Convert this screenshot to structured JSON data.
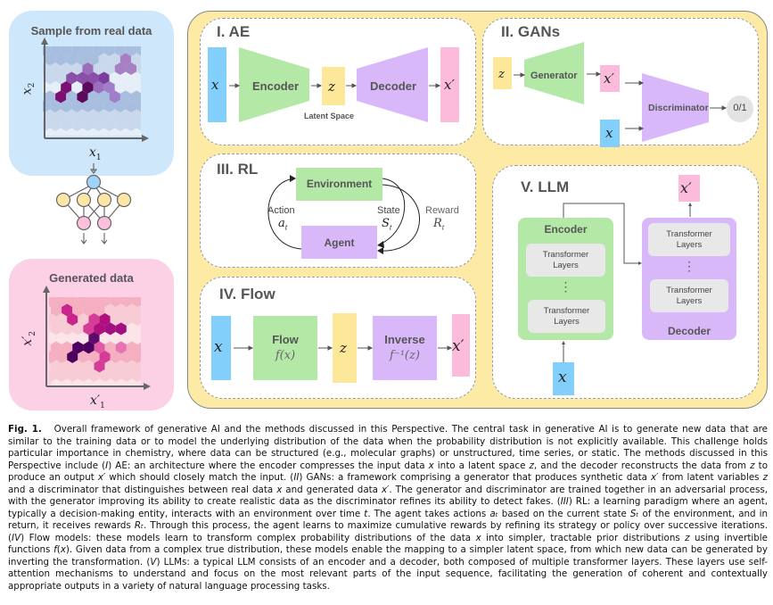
{
  "left_column": {
    "real_title": "Sample from real data",
    "real_xlabel": "x",
    "real_xlabel_sub": "1",
    "real_ylabel": "x",
    "real_ylabel_sub": "2",
    "gen_title": "Generated data",
    "gen_xlabel": "x′",
    "gen_xlabel_sub": "1",
    "gen_ylabel": "x′",
    "gen_ylabel_sub": "2",
    "colors": {
      "real_bg": "#cfe7fb",
      "gen_bg": "#fcd0e5",
      "nn_input": "#9fd3fb",
      "nn_hidden": "#fde6a6",
      "nn_output": "#fcbfdc"
    }
  },
  "panels": {
    "ae": {
      "title": "I. AE",
      "input": "x",
      "encoder": "Encoder",
      "latent": "z",
      "latent_caption": "Latent Space",
      "decoder": "Decoder",
      "output": "x′"
    },
    "gans": {
      "title": "II. GANs",
      "noise": "z",
      "generator": "Generator",
      "fake": "x′",
      "real": "x",
      "discriminator": "Discriminator",
      "output": "0/1"
    },
    "rl": {
      "title": "III. RL",
      "environment": "Environment",
      "agent": "Agent",
      "action_label": "Action",
      "action_symbol": "a",
      "action_sub": "t",
      "state_label": "State",
      "state_symbol": "S",
      "state_sub": "t",
      "reward_label": "Reward",
      "reward_symbol": "R",
      "reward_sub": "t"
    },
    "flow": {
      "title": "IV. Flow",
      "input": "x",
      "flow_label": "Flow",
      "flow_fn": "f(x)",
      "latent": "z",
      "inverse_label": "Inverse",
      "inverse_fn": "f⁻¹(z)",
      "output": "x′"
    },
    "llm": {
      "title": "V. LLM",
      "encoder": "Encoder",
      "decoder": "Decoder",
      "layer_line1": "Transformer",
      "layer_line2": "Layers",
      "ellipsis": "⋮",
      "input": "x",
      "output": "x′"
    }
  },
  "colors": {
    "frame_bg": "#fdeaa4",
    "blue": "#82cffc",
    "green": "#b3e8a7",
    "yellow": "#fde89a",
    "purple": "#d9b8f9",
    "pink": "#fdbbdc",
    "grey_circle": "#e3e3e3"
  },
  "caption": {
    "label": "Fig. 1.",
    "segments": [
      {
        "t": "Overall framework of generative AI and the methods discussed in this Perspective. The central task in generative AI is to generate new data that are similar to the training data or to model the underlying distribution of the data when the probability distribution is not explicitly available. This challenge holds particular importance in chemistry, where data can be structured (e.g., molecular graphs) or unstructured, time series, or static. The methods discussed in this Perspective include ("
      },
      {
        "t": "I",
        "i": true
      },
      {
        "t": ") AE: an architecture where the encoder compresses the input data "
      },
      {
        "t": "x",
        "i": true
      },
      {
        "t": " into a latent space "
      },
      {
        "t": "z",
        "i": true
      },
      {
        "t": ", and the decoder reconstructs the data from "
      },
      {
        "t": "z",
        "i": true
      },
      {
        "t": " to produce an output "
      },
      {
        "t": "x′",
        "i": true
      },
      {
        "t": " which should closely match the input. ("
      },
      {
        "t": "II",
        "i": true
      },
      {
        "t": ") GANs: a framework comprising a generator that produces synthetic data "
      },
      {
        "t": "x′",
        "i": true
      },
      {
        "t": " from latent variables "
      },
      {
        "t": "z",
        "i": true
      },
      {
        "t": " and a discriminator that distinguishes between real data "
      },
      {
        "t": "x",
        "i": true
      },
      {
        "t": " and generated data "
      },
      {
        "t": "x′",
        "i": true
      },
      {
        "t": ". The generator and discriminator are trained together in an adversarial process, with the generator improving its ability to create realistic data as the discriminator refines its ability to detect fakes. ("
      },
      {
        "t": "III",
        "i": true
      },
      {
        "t": ") RL: a learning paradigm where an agent, typically a decision-making entity, interacts with an environment over time "
      },
      {
        "t": "t",
        "i": true
      },
      {
        "t": ". The agent takes actions "
      },
      {
        "t": "aₜ",
        "i": true
      },
      {
        "t": " based on the current state "
      },
      {
        "t": "Sₜ",
        "i": true
      },
      {
        "t": " of the environment, and in return, it receives rewards "
      },
      {
        "t": "Rₜ",
        "i": true
      },
      {
        "t": ". Through this process, the agent learns to maximize cumulative rewards by refining its strategy or policy over successive iterations. ("
      },
      {
        "t": "IV",
        "i": true
      },
      {
        "t": ") Flow models: these models learn to transform complex probability distributions of the data "
      },
      {
        "t": "x",
        "i": true
      },
      {
        "t": " into simpler, tractable prior distributions "
      },
      {
        "t": "z",
        "i": true
      },
      {
        "t": " using invertible functions "
      },
      {
        "t": "f",
        "i": true
      },
      {
        "t": "("
      },
      {
        "t": "x",
        "i": true
      },
      {
        "t": "). Given data from a complex true distribution, these models enable the mapping to a simpler latent space, from which new data can be generated by inverting the transformation. ("
      },
      {
        "t": "V",
        "i": true
      },
      {
        "t": ") LLMs: a typical LLM consists of an encoder and a decoder, both composed of multiple transformer layers. These layers use self-attention mechanisms to understand and focus on the most relevant parts of the input sequence, facilitating the generation of coherent and contextually appropriate outputs in a variety of natural language processing tasks."
      }
    ]
  }
}
